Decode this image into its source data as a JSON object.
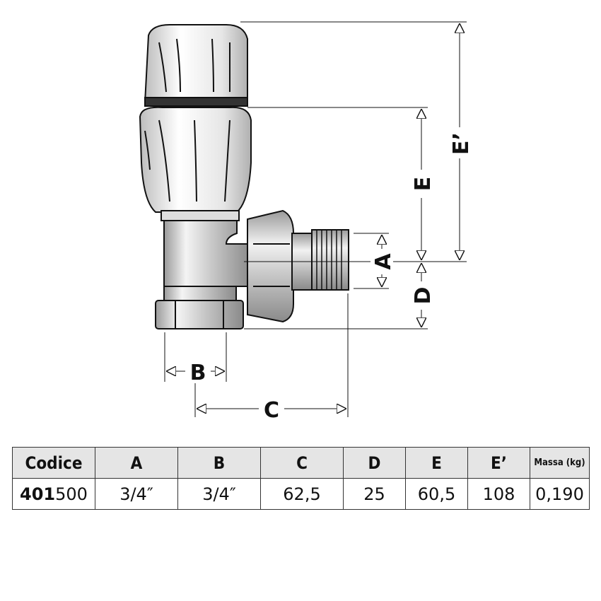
{
  "dimensions": {
    "labels": [
      "A",
      "B",
      "C",
      "D",
      "E",
      "E’"
    ]
  },
  "table": {
    "headers": [
      "Codice",
      "A",
      "B",
      "C",
      "D",
      "E",
      "E’",
      "Massa (kg)"
    ],
    "row": {
      "code_prefix": "401",
      "code_suffix": "500",
      "values": [
        "3/4″",
        "3/4″",
        "62,5",
        "25",
        "60,5",
        "108",
        "0,190"
      ]
    }
  }
}
